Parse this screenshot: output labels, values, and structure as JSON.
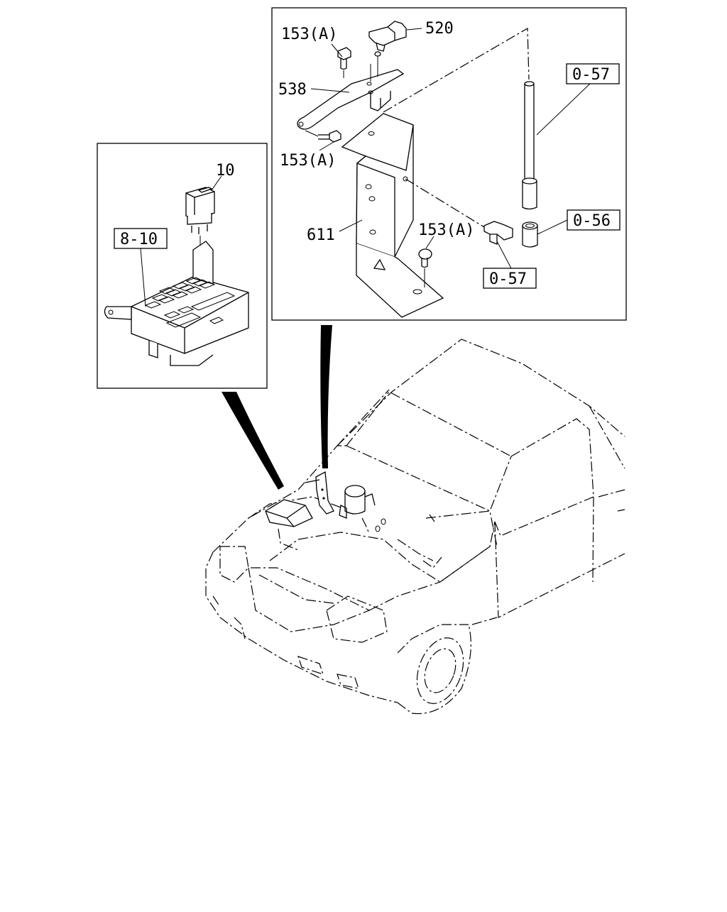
{
  "callouts": {
    "c153a_top": "153(A)",
    "c520": "520",
    "c538": "538",
    "c153a_mid": "153(A)",
    "c611": "611",
    "c153a_right": "153(A)",
    "c10": "10"
  },
  "ref_boxes": {
    "r057_top": "0-57",
    "r056": "0-56",
    "r057_bottom": "0-57",
    "r810": "8-10"
  }
}
